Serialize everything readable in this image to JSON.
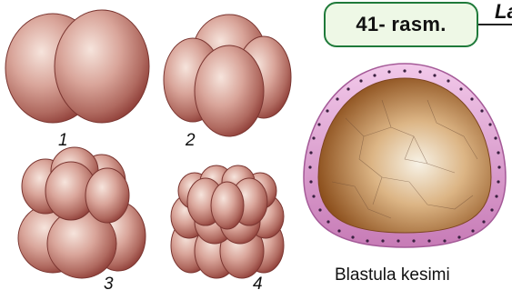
{
  "figure": {
    "badge": "41- rasm.",
    "title_fragment": "La"
  },
  "stages": [
    {
      "label": "1",
      "cells": 2
    },
    {
      "label": "2",
      "cells": 4
    },
    {
      "label": "3",
      "cells": 8
    },
    {
      "label": "4",
      "cells": 16
    }
  ],
  "blastula": {
    "caption": "Blastula kesimi"
  },
  "colors": {
    "cell_light": "#f6e4dc",
    "cell_mid": "#c98a7e",
    "cell_dark": "#8e3d37",
    "cavity_light": "#f3ead7",
    "cavity_dark": "#b6772f",
    "blastoderm_cell": "#e2a6d4",
    "nucleus": "#3a2040",
    "badge_border": "#1f7a3a",
    "badge_fill": "#eef8e6"
  }
}
